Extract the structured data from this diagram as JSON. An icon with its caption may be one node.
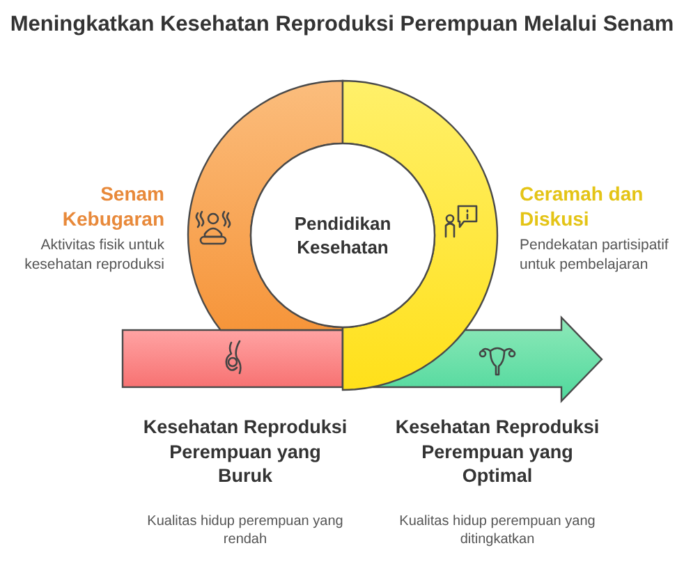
{
  "diagram": {
    "title": "Meningkatkan Kesehatan Reproduksi Perempuan Melalui Senam",
    "nodes": [
      {
        "text": [
          "Pendidikan Kesehatan"
        ]
      },
      {
        "text": [
          "Senam Kebugaran",
          "Aktivitas fisik untuk kesehatan reproduksi"
        ]
      },
      {
        "text": [
          "Ceramah dan Diskusi",
          "Pendekatan partisipatif untuk pembelajaran"
        ]
      },
      {
        "text": [
          "Kesehatan Reproduksi Perempuan yang Buruk",
          "Kualitas hidup perempuan yang rendah"
        ]
      },
      {
        "text": [
          "Kesehatan Reproduksi Perempuan yang Optimal",
          "Kualitas hidup perempuan yang ditingkatkan"
        ]
      }
    ]
  }
}
